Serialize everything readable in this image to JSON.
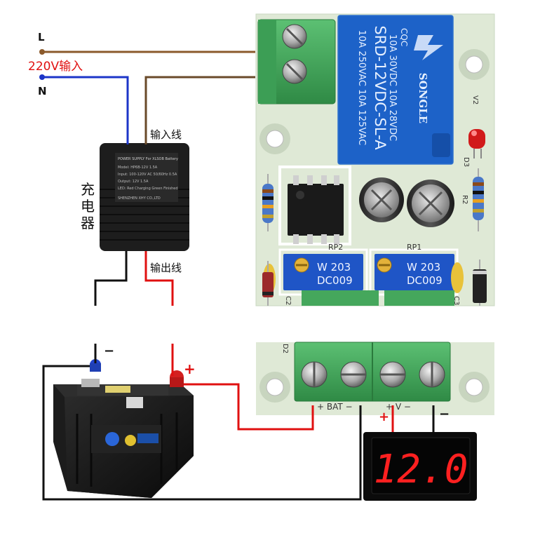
{
  "labels": {
    "line": "L",
    "voltage": "220V输入",
    "neutral": "N",
    "input_wire": "输入线",
    "charger": "充电器",
    "output_wire": "输出线",
    "battery_minus": "−",
    "battery_plus": "+",
    "meter_plus": "+",
    "meter_minus": "−"
  },
  "charger_label": {
    "title": "POWER SUPPLY For XLSOB Battery",
    "line1": "Model: HP6B-12V 1.5A",
    "line2": "Input:  100-120V AC  50/60Hz  0.5A",
    "line3": "Output: 12V  1.5A",
    "line4": "LED:  Red Charging  Green Finished",
    "maker": "SHENZHEN XHY CO.,LTD"
  },
  "relay": {
    "brand": "SONGLE",
    "model": "SRD-12VDC-SL-A",
    "rating1": "10A 250VAC  10A 125VAC",
    "rating2": "10A 30VDC  10A 28VDC",
    "cert": "CQC"
  },
  "pcb": {
    "pot1_silk": "RP2",
    "pot2_silk": "RP1",
    "pot_text1": "W 203",
    "pot_text2": "DC009",
    "d3": "D3",
    "r2": "R2",
    "v2": "V2",
    "c2": "C2",
    "c3": "C3",
    "d2": "D2",
    "bat_silk": "+ BAT −",
    "v_silk": "+ V −"
  },
  "meter": {
    "reading": "12.0",
    "digit_color": "#ff2020"
  },
  "colors": {
    "brown_wire": "#8b5a2b",
    "blue_wire": "#1c35c8",
    "red_wire": "#e01010",
    "black_wire": "#111111",
    "pcb_green": "#d9e8d0",
    "terminal_green": "#3fa65a",
    "relay_blue": "#1a5fc4",
    "pot_blue": "#1f55c6"
  }
}
